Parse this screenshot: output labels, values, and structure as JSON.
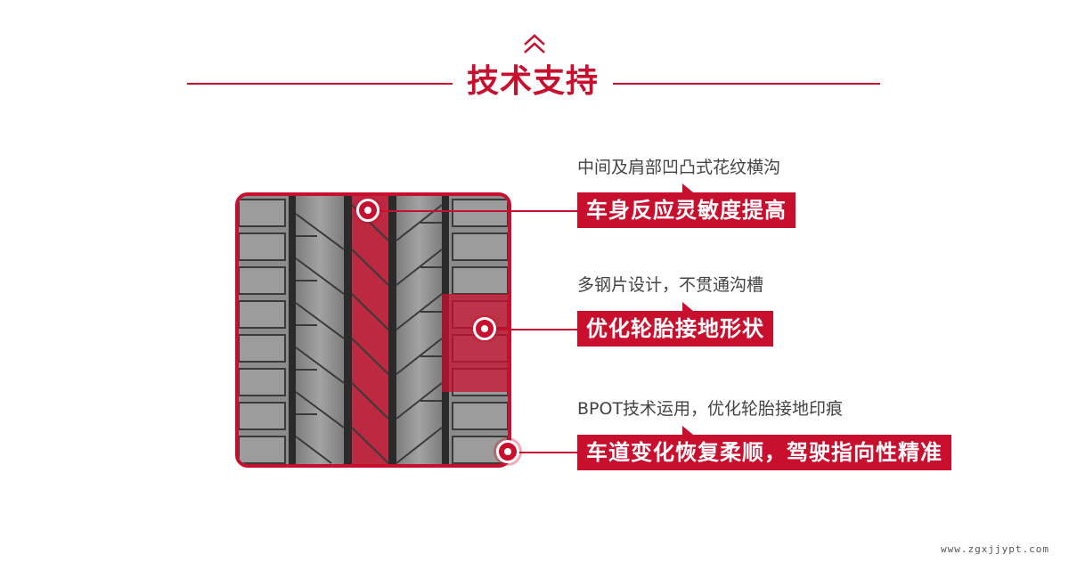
{
  "header": {
    "title": "技术支持"
  },
  "features": [
    {
      "subtitle": "中间及肩部凹凸式花纹横沟",
      "label": "车身反应灵敏度提高"
    },
    {
      "subtitle": "多钢片设计，不贯通沟槽",
      "label": "优化轮胎接地形状"
    },
    {
      "subtitle": "BPOT技术运用，优化轮胎接地印痕",
      "label": "车道变化恢复柔顺，驾驶指向性精准"
    }
  ],
  "watermark": "www.zgxjjypt.com",
  "colors": {
    "accent": "#c8102e",
    "text": "#444444",
    "tread": "#8f8f8f"
  },
  "icons": {
    "top": "double-chevron-up-icon",
    "marker": "target-dot-icon"
  }
}
